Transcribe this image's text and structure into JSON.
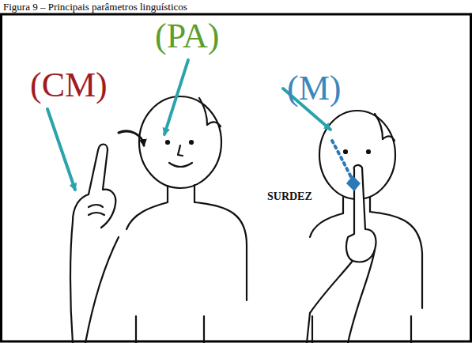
{
  "diagram": {
    "title": "Figura 9 – Principais parâmetros linguísticos",
    "labels": [
      "(CM)",
      "(PA)",
      "(M)",
      "SURDEZ"
    ]
  }
}
